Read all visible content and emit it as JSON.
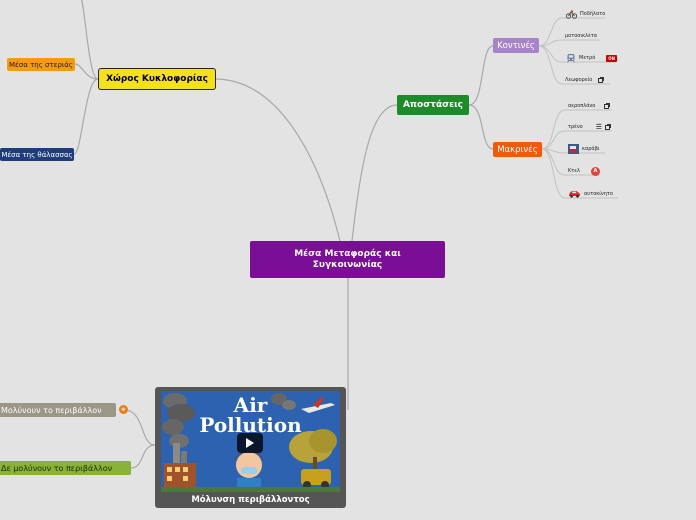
{
  "central": {
    "label": "Μέσα Μεταφοράς και Συγκοινωνίας"
  },
  "branches": {
    "khoros": {
      "label": "Χώρος Κυκλοφορίας"
    },
    "apostaseis": {
      "label": "Αποστάσεις"
    },
    "kontines": {
      "label": "Κοντινές"
    },
    "makrines": {
      "label": "Μακρινές"
    }
  },
  "left_nodes": {
    "mesa_steria": "Μέσα της στεριάς",
    "mesa_thalassas": "Μέσα της θάλασσας",
    "moluvnoun": "Μολύνουν το περιβάλλον",
    "de_moluvnoun": "Δε μολύνουν το περιβάλλον"
  },
  "kontines_leaves": [
    {
      "label": "Ποδήλατο",
      "icon": "bicycle-icon"
    },
    {
      "label": "μοτοσικλέτα",
      "icon": ""
    },
    {
      "label": "Μετρό",
      "icon": "metro-icon",
      "badge": "ON"
    },
    {
      "label": "Λεωφορείο",
      "icon": "external-link-icon"
    }
  ],
  "makrines_leaves": [
    {
      "label": "αεροπλάνο",
      "icon": "external-link-icon"
    },
    {
      "label": "τρένο",
      "icon": "list-icon"
    },
    {
      "label": "καράβι",
      "icon": "ship-icon"
    },
    {
      "label": "Κτελ",
      "icon": "a-badge-icon",
      "badge": "A"
    },
    {
      "label": "αυτοκίνητο",
      "icon": "car-icon"
    }
  ],
  "video": {
    "caption": "Μόλυνση περιβάλλοντος",
    "thumb_line1": "Air",
    "thumb_line2": "Pollution"
  },
  "colors": {
    "central": "#7a0f96",
    "khoros": "#f4e11c",
    "apostaseis": "#1f8a2a",
    "kontines": "#a783c9",
    "makrines": "#f15a0d"
  }
}
